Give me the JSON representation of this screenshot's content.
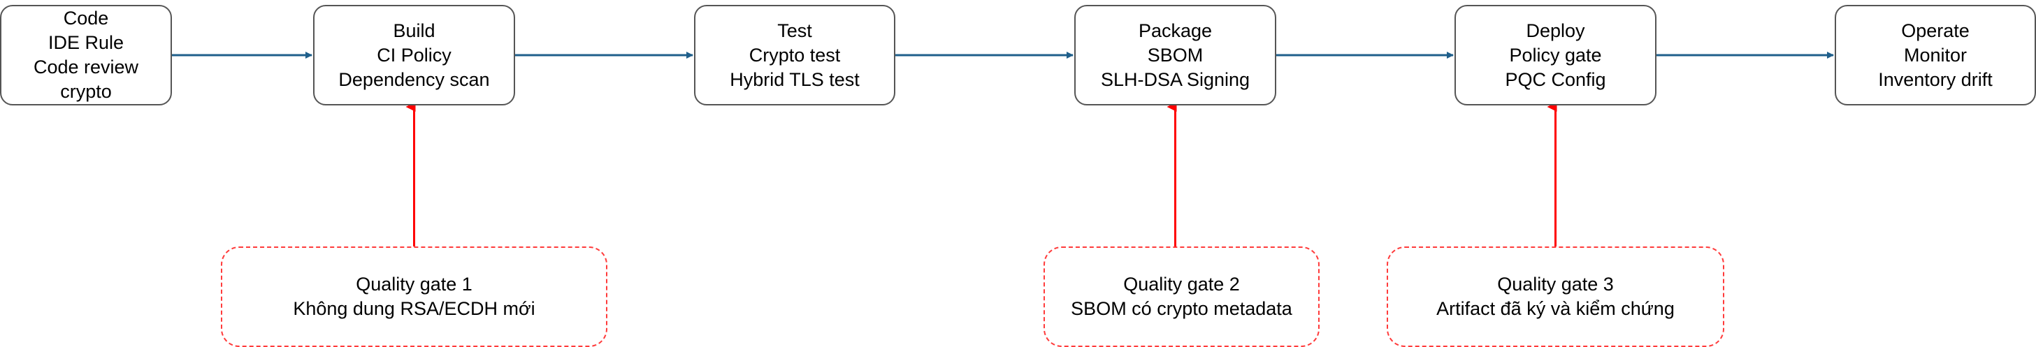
{
  "stages": [
    {
      "id": "code",
      "lines": [
        "Code",
        "IDE Rule",
        "Code review",
        "crypto"
      ]
    },
    {
      "id": "build",
      "lines": [
        "Build",
        "CI Policy",
        "Dependency scan"
      ]
    },
    {
      "id": "test",
      "lines": [
        "Test",
        "Crypto test",
        "Hybrid TLS test"
      ]
    },
    {
      "id": "package",
      "lines": [
        "Package",
        "SBOM",
        "SLH-DSA Signing"
      ]
    },
    {
      "id": "deploy",
      "lines": [
        "Deploy",
        "Policy gate",
        "PQC Config"
      ]
    },
    {
      "id": "operate",
      "lines": [
        "Operate",
        "Monitor",
        "Inventory drift"
      ]
    }
  ],
  "gates": [
    {
      "id": "gate-1",
      "target": "build",
      "lines": [
        "Quality gate 1",
        "Không dung RSA/ECDH mới"
      ]
    },
    {
      "id": "gate-2",
      "target": "package",
      "lines": [
        "Quality gate 2",
        "SBOM có crypto metadata"
      ]
    },
    {
      "id": "gate-3",
      "target": "deploy",
      "lines": [
        "Quality gate 3",
        "Artifact đã ký và kiểm chứng"
      ]
    }
  ],
  "colors": {
    "flow_arrow": "#1f5f8b",
    "gate_arrow": "#ff0000",
    "gate_border": "#ff3b3b",
    "stage_border": "#555555"
  }
}
